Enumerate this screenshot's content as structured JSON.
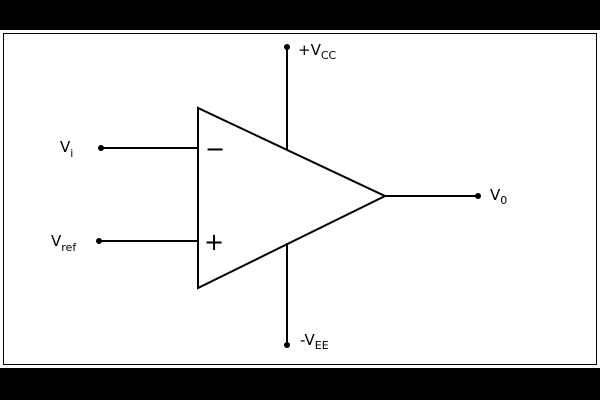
{
  "colors": {
    "background": "#000000",
    "panel": "#ffffff",
    "stroke": "#000000"
  },
  "diagram": {
    "inputs": {
      "inverting": {
        "label_main": "V",
        "label_sub": "i",
        "symbol": "−"
      },
      "non_inverting": {
        "label_main": "V",
        "label_sub": "ref",
        "symbol": "+"
      }
    },
    "output": {
      "label_main": "V",
      "label_sub": "0"
    },
    "supply_positive": {
      "label_main": "+V",
      "label_sub": "CC"
    },
    "supply_negative": {
      "label_main": "-V",
      "label_sub": "EE"
    }
  }
}
